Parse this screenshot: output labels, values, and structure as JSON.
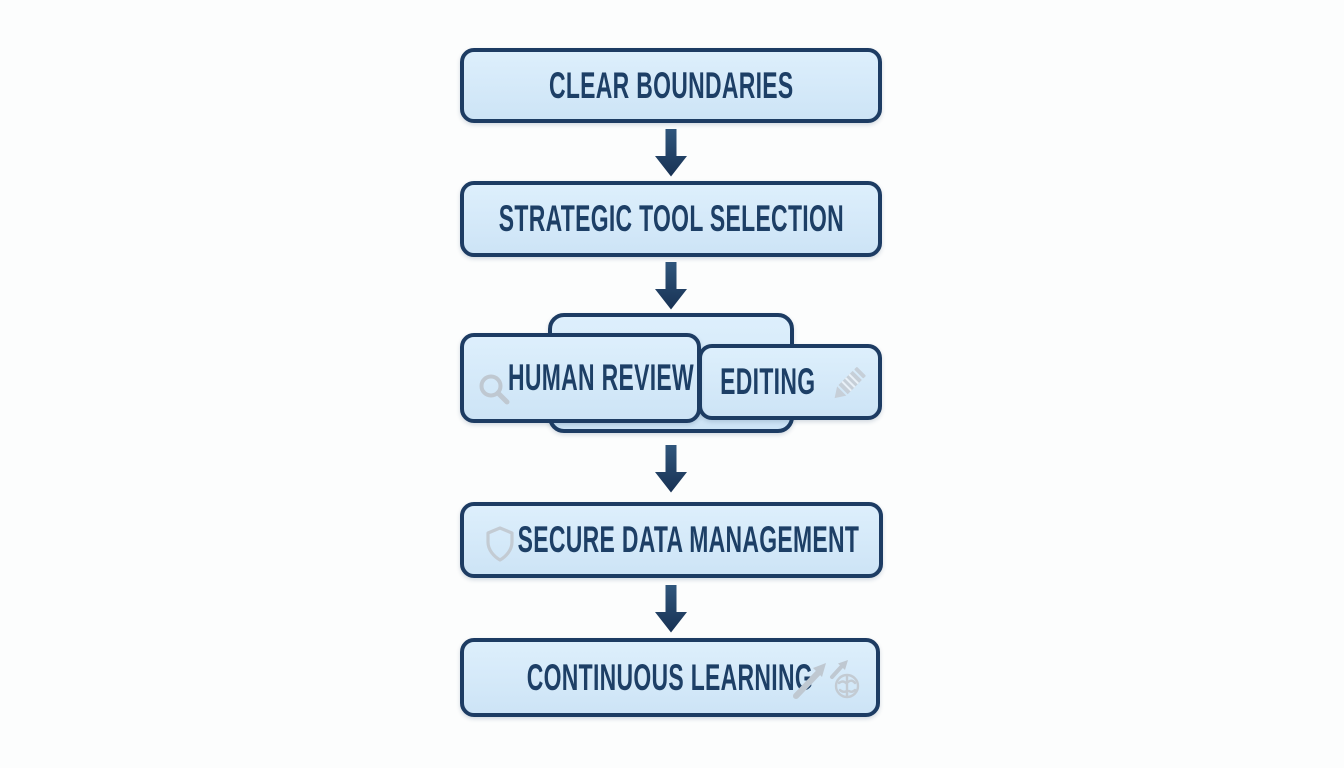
{
  "diagram": {
    "type": "flowchart",
    "orientation": "vertical",
    "steps": [
      {
        "label": "CLEAR BOUNDARIES"
      },
      {
        "label": "STRATEGIC TOOL SELECTION"
      },
      {
        "label": "HUMAN REVIEW",
        "icon": "search-icon"
      },
      {
        "label": "EDITING",
        "icon": "pencil-icon"
      },
      {
        "label": "SECURE DATA MANAGEMENT",
        "icon": "shield-icon"
      },
      {
        "label": "CONTINUOUS LEARNING",
        "icon": "trending-up-brain-icon"
      }
    ],
    "connections": [
      "CLEAR BOUNDARIES -> STRATEGIC TOOL SELECTION",
      "STRATEGIC TOOL SELECTION -> HUMAN REVIEW / EDITING",
      "HUMAN REVIEW / EDITING -> SECURE DATA MANAGEMENT",
      "SECURE DATA MANAGEMENT -> CONTINUOUS LEARNING"
    ],
    "colors": {
      "background": "#fcfdfd",
      "box_fill_top": "#ddeffc",
      "box_fill_bottom": "#cde4f6",
      "box_border": "#1d3c63",
      "text": "#1d3f66",
      "arrow": "#22466b",
      "icon_gray": "#bfc8d1"
    }
  }
}
